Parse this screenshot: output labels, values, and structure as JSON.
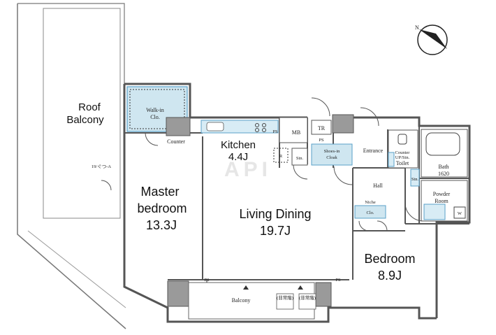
{
  "rooms": {
    "roof_balcony": [
      "Roof",
      "Balcony"
    ],
    "walk_in_closet": [
      "Walk-in",
      "Clo."
    ],
    "counter_left": "Counter",
    "kitchen": [
      "Kitchen",
      "4.4J"
    ],
    "master_bedroom": [
      "Master",
      "bedroom",
      "13.3J"
    ],
    "living_dining": [
      "Living Dining",
      "19.7J"
    ],
    "storage": "Stn.",
    "mb": "MB",
    "tr": "TR",
    "ps_top": "PS",
    "ps_mid": "PS",
    "shoes_in_cloak": [
      "Shoes-in",
      "Cloak"
    ],
    "entrance": "Entrance",
    "counter_toilet": [
      "Counter",
      "UP/Stn."
    ],
    "toilet": "Toilet",
    "bath": [
      "Bath",
      "1620"
    ],
    "storage_bath": "Stn.",
    "powder_room": [
      "Powder",
      "Room"
    ],
    "w_mark": "W",
    "hall": "Hall",
    "niche": "Niche",
    "closet_hall": "Clo.",
    "bedroom": [
      "Bedroom",
      "8.9J"
    ],
    "balcony": "Balcony",
    "ps_balcony_left": "PS",
    "ps_balcony_right": "PS",
    "balcony_tag_1": "(非常階)",
    "balcony_tag_2": "(非常階)",
    "ps_kitchen": "PS",
    "side_label": "19/ぐつ-A"
  },
  "watermark": "API",
  "north_arrow": {
    "letter": "N"
  },
  "colors": {
    "wall": "#555555",
    "closet_fill": "#cfe6f0",
    "closet_stroke": "#5aa0c8",
    "fixture_fill": "#d8ecf5"
  }
}
